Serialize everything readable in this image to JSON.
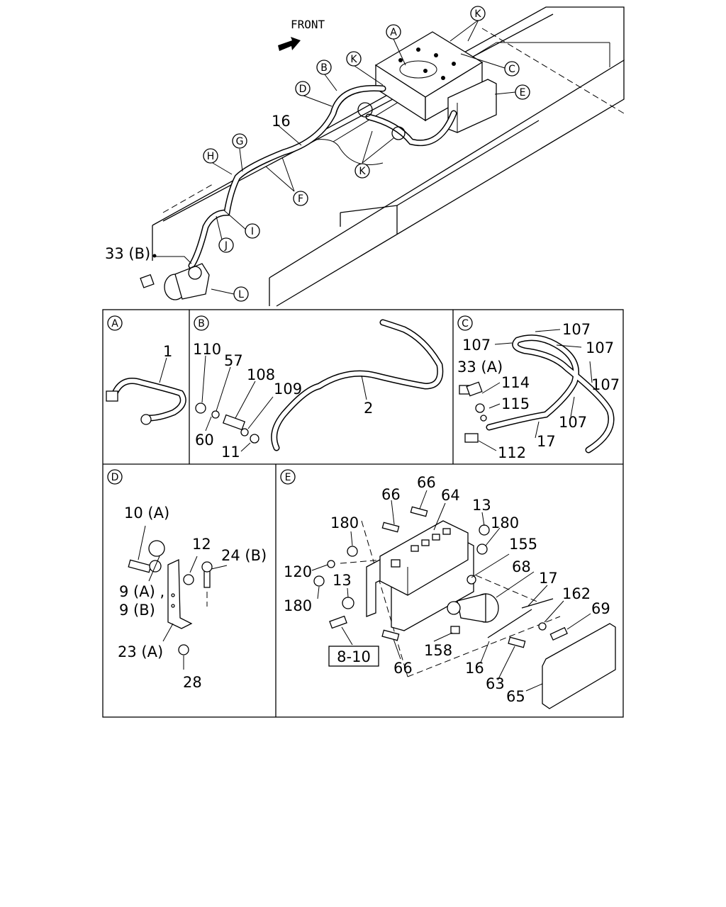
{
  "direction_label": "FRONT",
  "overview_callouts": {
    "K_top": "K",
    "A": "A",
    "B": "B",
    "C": "C",
    "D": "D",
    "E": "E",
    "K_left": "K",
    "K_bottom": "K",
    "F": "F",
    "G": "G",
    "H": "H",
    "I": "I",
    "J": "J",
    "L": "L",
    "n16": "16",
    "n33b": "33 (B)"
  },
  "panels": {
    "A": {
      "letter": "A",
      "labels": {
        "p1": "1"
      }
    },
    "B": {
      "letter": "B",
      "labels": {
        "p110": "110",
        "p57": "57",
        "p108": "108",
        "p109": "109",
        "p60": "60",
        "p11": "11",
        "p2": "2"
      }
    },
    "C": {
      "letter": "C",
      "labels": {
        "p107a": "107",
        "p107b": "107",
        "p107c": "107",
        "p107d": "107",
        "p107e": "107",
        "p33a": "33 (A)",
        "p114": "114",
        "p115": "115",
        "p17": "17",
        "p112": "112"
      }
    },
    "D": {
      "letter": "D",
      "labels": {
        "p10a": "10 (A)",
        "p12": "12",
        "p24b": "24 (B)",
        "p9a": "9 (A) ,",
        "p9b": "9 (B)",
        "p23a": "23 (A)",
        "p28": "28"
      }
    },
    "E": {
      "letter": "E",
      "labels": {
        "p66a": "66",
        "p66b": "66",
        "p64": "64",
        "p13a": "13",
        "p180a": "180",
        "p180b": "180",
        "p155": "155",
        "p120": "120",
        "p13b": "13",
        "p68": "68",
        "p17": "17",
        "p162": "162",
        "p69": "69",
        "p180c": "180",
        "p158": "158",
        "p66c": "66",
        "p16": "16",
        "p63": "63",
        "p65": "65",
        "ref810": "8-10"
      }
    }
  }
}
